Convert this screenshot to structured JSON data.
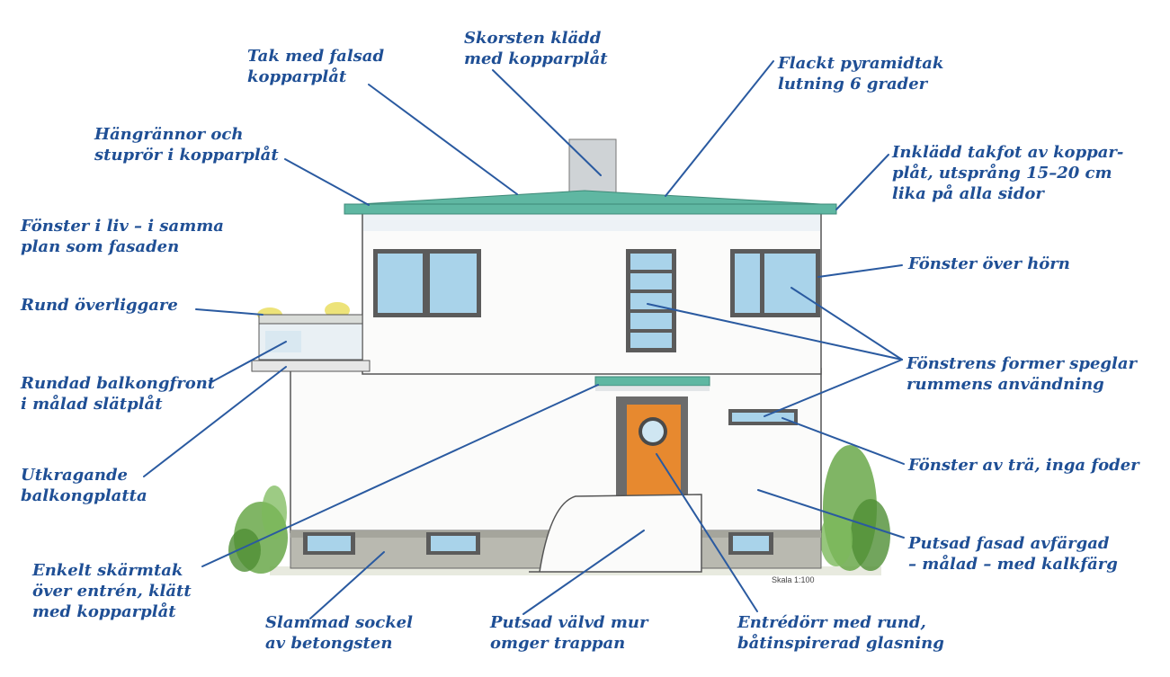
{
  "annotations": [
    {
      "id": "tak-med-falsad",
      "lines": [
        "Tak med falsad",
        "kopparplåt"
      ]
    },
    {
      "id": "skorsten",
      "lines": [
        "Skorsten klädd",
        "med kopparplåt"
      ]
    },
    {
      "id": "flackt-pyramidtak",
      "lines": [
        "Flackt pyramidtak",
        "lutning 6 grader"
      ]
    },
    {
      "id": "hangrannor",
      "lines": [
        "Hängrännor och",
        "stuprör i kopparplåt"
      ]
    },
    {
      "id": "inkladd-takfot",
      "lines": [
        "Inklädd takfot av koppar-",
        "plåt, utsprång 15–20 cm",
        "lika på alla sidor"
      ]
    },
    {
      "id": "fonster-i-liv",
      "lines": [
        "Fönster i liv – i samma",
        "plan som fasaden"
      ]
    },
    {
      "id": "fonster-over-horn",
      "lines": [
        "Fönster över hörn"
      ]
    },
    {
      "id": "rund-overliggare",
      "lines": [
        "Rund överliggare"
      ]
    },
    {
      "id": "fonstrens-former",
      "lines": [
        "Fönstrens former speglar",
        "rummens användning"
      ]
    },
    {
      "id": "rundad-balkongfront",
      "lines": [
        "Rundad balkongfront",
        "i målad slätplåt"
      ]
    },
    {
      "id": "fonster-av-tra",
      "lines": [
        "Fönster av trä, inga foder"
      ]
    },
    {
      "id": "utkragande",
      "lines": [
        "Utkragande",
        "balkongplatta"
      ]
    },
    {
      "id": "putsad-fasad",
      "lines": [
        "Putsad fasad avfärgad",
        "– målad – med kalkfärg"
      ]
    },
    {
      "id": "enkelt-skarmtak",
      "lines": [
        "Enkelt skärmtak",
        "över entrén, klätt",
        "med kopparplåt"
      ]
    },
    {
      "id": "slammad-sockel",
      "lines": [
        "Slammad sockel",
        "av betongsten"
      ]
    },
    {
      "id": "putsad-valvd-mur",
      "lines": [
        "Putsad välvd mur",
        "omger trappan"
      ]
    },
    {
      "id": "entredorr",
      "lines": [
        "Entrédörr med rund,",
        "båtinspirerad glasning"
      ]
    }
  ],
  "scale_label": "Skala 1:100",
  "colors": {
    "label_text": "#1f4f95",
    "leader_line": "#2a5aa0",
    "copper_roof": "#5fb7a2",
    "facade": "#fbfbfa",
    "plinth": "#b9b9b0",
    "glass": "#a9d3ea",
    "door": "#e7892f",
    "greenery": "#5d9c3e"
  }
}
